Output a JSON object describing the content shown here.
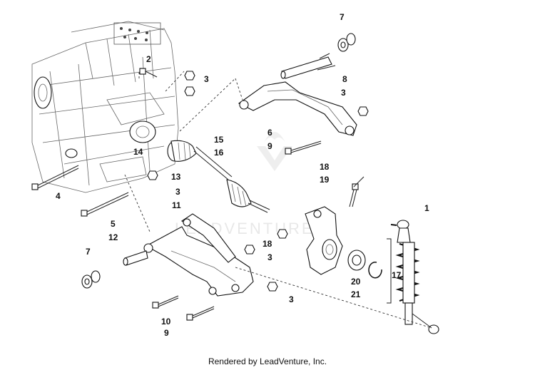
{
  "callouts": {
    "c1": "1",
    "c2": "2",
    "c3a": "3",
    "c3b": "3",
    "c3c": "3",
    "c3d": "3",
    "c3e": "3",
    "c4": "4",
    "c5": "5",
    "c6": "6",
    "c7a": "7",
    "c7b": "7",
    "c8": "8",
    "c9a": "9",
    "c9b": "9",
    "c10": "10",
    "c11": "11",
    "c12": "12",
    "c13": "13",
    "c14": "14",
    "c15": "15",
    "c16": "16",
    "c17": "17",
    "c18a": "18",
    "c18b": "18",
    "c19": "19",
    "c20": "20",
    "c21": "21"
  },
  "watermark": "LEADVENTURE",
  "footer": "Rendered by LeadVenture, Inc."
}
